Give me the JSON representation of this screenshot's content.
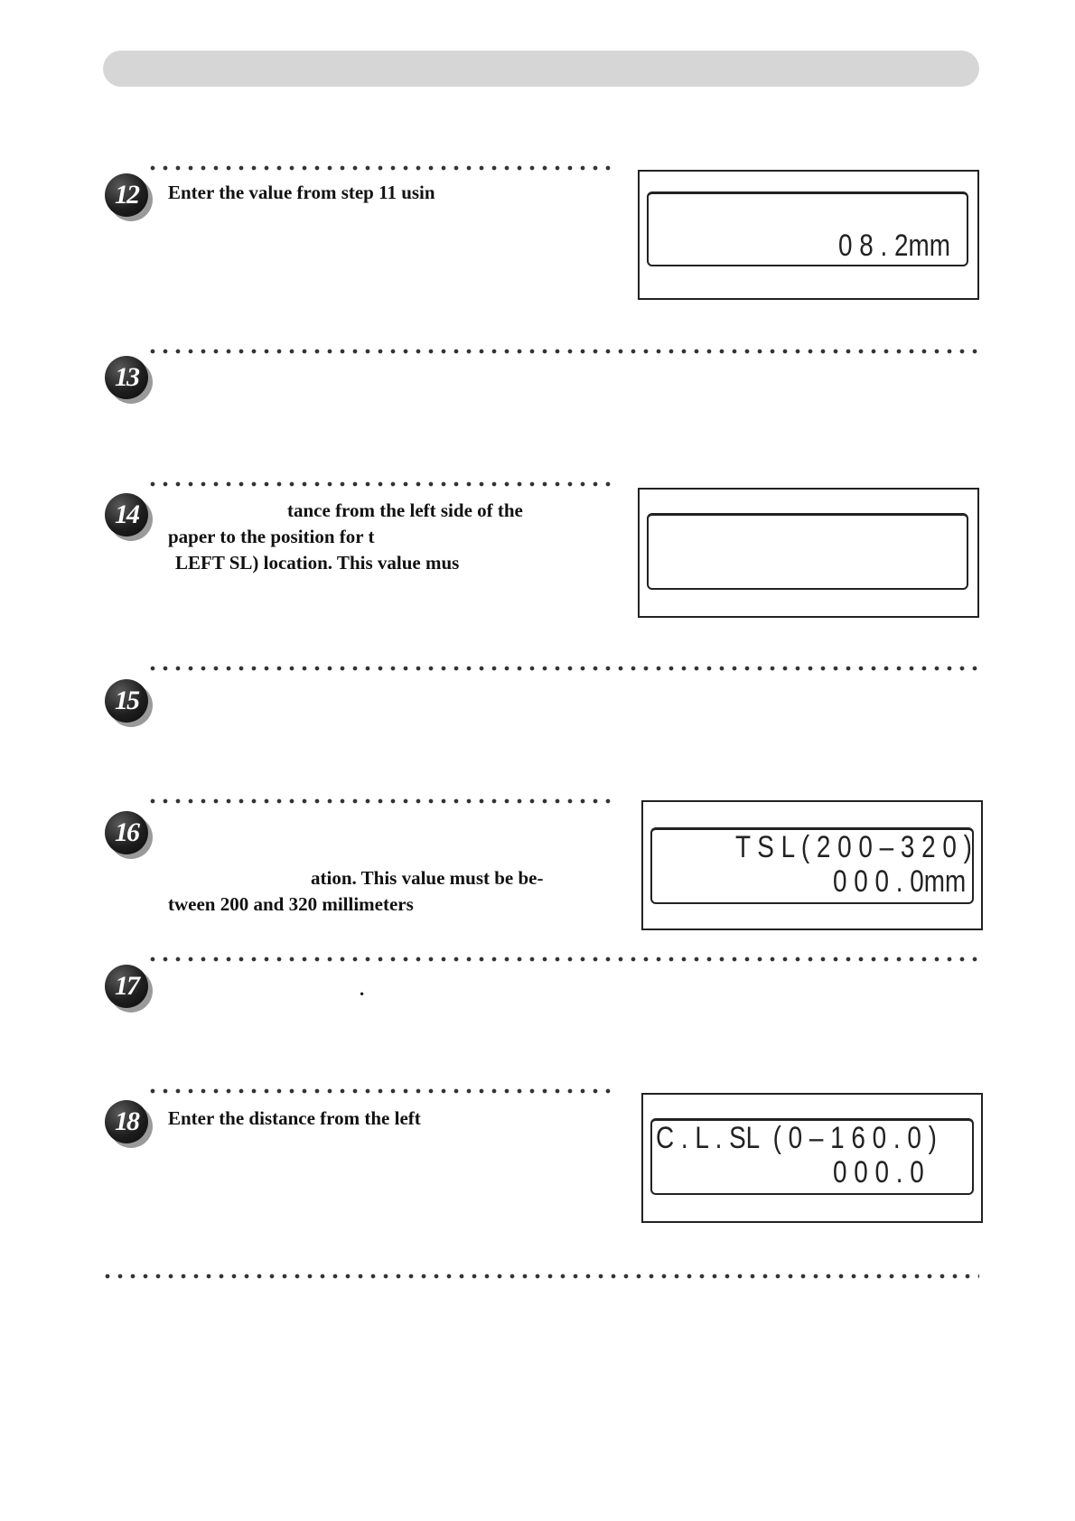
{
  "steps": [
    {
      "number": "12",
      "lines": [
        "Enter the value from step 11 usin"
      ]
    },
    {
      "number": "13",
      "lines": []
    },
    {
      "number": "14",
      "lines": [
        "tance from the left side of the",
        "paper to the position for t",
        "LEFT SL) location. This value mus"
      ]
    },
    {
      "number": "15",
      "lines": []
    },
    {
      "number": "16",
      "lines": [
        "ation. This value must be be-",
        "tween 200 and 320 millimeters"
      ]
    },
    {
      "number": "17",
      "lines": [
        "."
      ]
    },
    {
      "number": "18",
      "lines": [
        "Enter the distance from the left"
      ]
    }
  ],
  "displays": {
    "step12": {
      "line1": "",
      "line2": "0 8 . 2mm"
    },
    "step14": {
      "line1": "",
      "line2": ""
    },
    "step16": {
      "line1": "T S L ( 2 0 0 – 3 2 0 )",
      "line2": "0 0 0 . 0mm"
    },
    "step18": {
      "line1": "C . L . SL  ( 0 – 1 6 0 . 0 )",
      "line2": "0 0 0 . 0"
    }
  }
}
